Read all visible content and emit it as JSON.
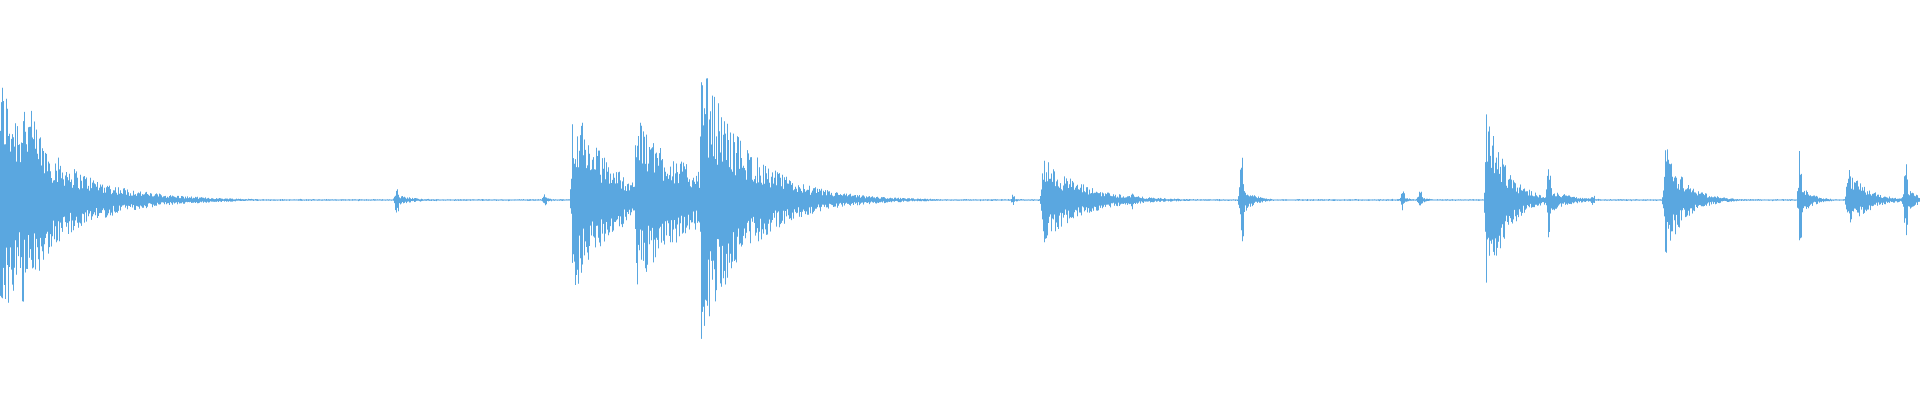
{
  "waveform": {
    "color": "#5aa7e0",
    "background": "#ffffff",
    "events": [
      {
        "t": 0.0,
        "peak": 0.9,
        "decay": 0.028,
        "dense": true
      },
      {
        "t": 0.011,
        "peak": 0.85,
        "decay": 0.018,
        "dense": true
      },
      {
        "t": 0.206,
        "peak": 0.12,
        "decay": 0.01,
        "dense": false
      },
      {
        "t": 0.283,
        "peak": 0.05,
        "decay": 0.006,
        "dense": false
      },
      {
        "t": 0.298,
        "peak": 0.72,
        "decay": 0.02,
        "dense": true
      },
      {
        "t": 0.331,
        "peak": 0.62,
        "decay": 0.03,
        "dense": true
      },
      {
        "t": 0.365,
        "peak": 1.0,
        "decay": 0.025,
        "dense": true
      },
      {
        "t": 0.527,
        "peak": 0.04,
        "decay": 0.008,
        "dense": false
      },
      {
        "t": 0.543,
        "peak": 0.32,
        "decay": 0.02,
        "dense": true
      },
      {
        "t": 0.589,
        "peak": 0.08,
        "decay": 0.004,
        "dense": false
      },
      {
        "t": 0.646,
        "peak": 0.36,
        "decay": 0.006,
        "dense": false
      },
      {
        "t": 0.73,
        "peak": 0.08,
        "decay": 0.004,
        "dense": false
      },
      {
        "t": 0.739,
        "peak": 0.1,
        "decay": 0.004,
        "dense": false
      },
      {
        "t": 0.774,
        "peak": 0.72,
        "decay": 0.01,
        "dense": true
      },
      {
        "t": 0.806,
        "peak": 0.3,
        "decay": 0.01,
        "dense": false
      },
      {
        "t": 0.829,
        "peak": 0.04,
        "decay": 0.004,
        "dense": false
      },
      {
        "t": 0.867,
        "peak": 0.42,
        "decay": 0.01,
        "dense": true
      },
      {
        "t": 0.883,
        "peak": 0.1,
        "decay": 0.006,
        "dense": false
      },
      {
        "t": 0.937,
        "peak": 0.38,
        "decay": 0.006,
        "dense": false
      },
      {
        "t": 0.962,
        "peak": 0.24,
        "decay": 0.01,
        "dense": true
      },
      {
        "t": 0.992,
        "peak": 0.3,
        "decay": 0.006,
        "dense": false
      }
    ]
  }
}
